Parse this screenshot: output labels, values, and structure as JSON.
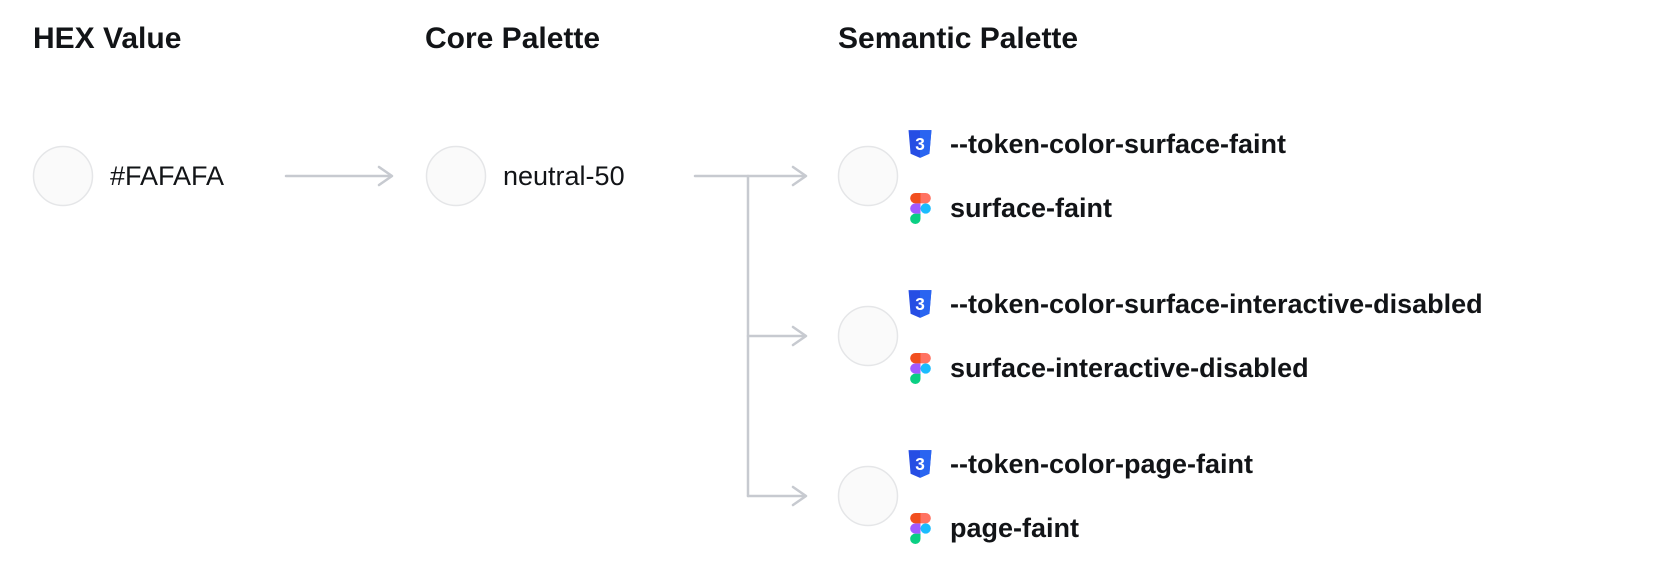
{
  "headings": {
    "hex": "HEX Value",
    "core": "Core Palette",
    "semantic": "Semantic Palette"
  },
  "swatch": {
    "color": "#FAFAFA"
  },
  "connector": {
    "color": "#C7CAD0"
  },
  "hex_node": {
    "label": "#FAFAFA"
  },
  "core_node": {
    "label": "neutral-50"
  },
  "semantic_nodes": [
    {
      "css_token": "--token-color-surface-faint",
      "figma_token": "surface-faint"
    },
    {
      "css_token": "--token-color-surface-interactive-disabled",
      "figma_token": "surface-interactive-disabled"
    },
    {
      "css_token": "--token-color-page-faint",
      "figma_token": "page-faint"
    }
  ],
  "icons": {
    "css_logo": {
      "shield": "#264DE4",
      "shield_light": "#2965F1",
      "glyph": "#FFFFFF",
      "label": "3"
    },
    "figma_logo": {
      "orange": "#F24E1E",
      "salmon": "#FF7262",
      "purple": "#A259FF",
      "blue": "#1ABCFE",
      "green": "#0ACF83"
    }
  }
}
